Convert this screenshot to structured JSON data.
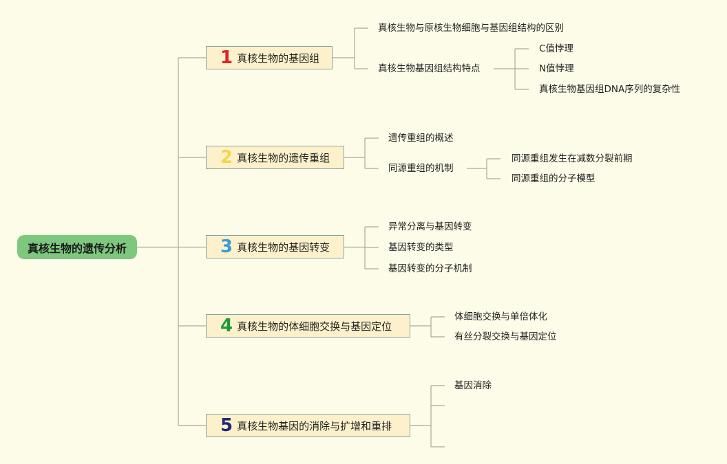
{
  "root": {
    "label": "真核生物的遗传分析"
  },
  "branches": [
    {
      "num": "1",
      "label": "真核生物的基因组",
      "num_color": "#d9242c",
      "children": [
        {
          "label": "真核生物与原核生物细胞与基因组结构的区别"
        },
        {
          "label": "真核生物基因组结构特点",
          "children": [
            {
              "label": "C值悖理"
            },
            {
              "label": "N值悖理"
            },
            {
              "label": "真核生物基因组DNA序列的复杂性"
            }
          ]
        }
      ]
    },
    {
      "num": "2",
      "label": "真核生物的遗传重组",
      "num_color": "#f5d64a",
      "children": [
        {
          "label": "遗传重组的概述"
        },
        {
          "label": "同源重组的机制",
          "children": [
            {
              "label": "同源重组发生在减数分裂前期"
            },
            {
              "label": "同源重组的分子模型"
            }
          ]
        }
      ]
    },
    {
      "num": "3",
      "label": "真核生物的基因转变",
      "num_color": "#3a9bd9",
      "children": [
        {
          "label": "异常分离与基因转变"
        },
        {
          "label": "基因转变的类型"
        },
        {
          "label": "基因转变的分子机制"
        }
      ]
    },
    {
      "num": "4",
      "label": "真核生物的体细胞交换与基因定位",
      "num_color": "#1f9a3a",
      "children": [
        {
          "label": "体细胞交换与单倍体化"
        },
        {
          "label": "有丝分裂交换与基因定位"
        }
      ]
    },
    {
      "num": "5",
      "label": "真核生物基因的消除与扩增和重排",
      "num_color": "#1e2a7a",
      "children": [
        {
          "label": "基因消除"
        },
        {
          "label": ""
        },
        {
          "label": ""
        }
      ]
    }
  ]
}
